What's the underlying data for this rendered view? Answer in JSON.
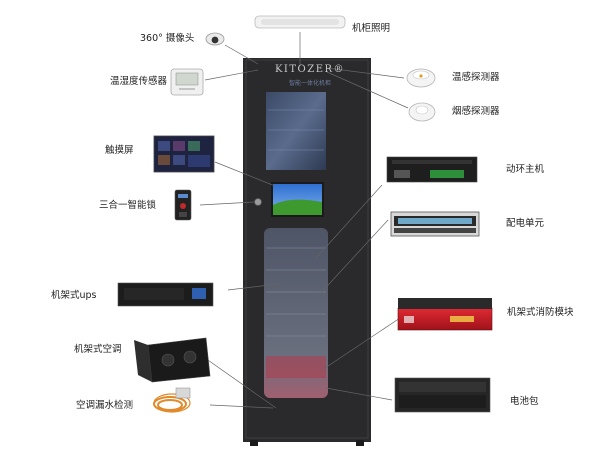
{
  "cabinet": {
    "brand": "KITOZER®",
    "subtitle": "智能一体化机柜"
  },
  "labels": {
    "light": "机柜照明",
    "camera": "360° 摄像头",
    "humidity": "温湿度传感器",
    "temp_detector": "温感探测器",
    "smoke_detector": "烟感探测器",
    "touchscreen": "触摸屏",
    "lock": "三合一智能锁",
    "monitor_host": "动环主机",
    "pdu": "配电单元",
    "ups": "机架式ups",
    "fire": "机架式消防模块",
    "ac": "机架式空调",
    "leak": "空调漏水检测",
    "battery": "电池包"
  },
  "colors": {
    "cabinet_body": "#2a2a2c",
    "screen_sky": "#3c7fd6",
    "fire_module": "#c8202a"
  }
}
